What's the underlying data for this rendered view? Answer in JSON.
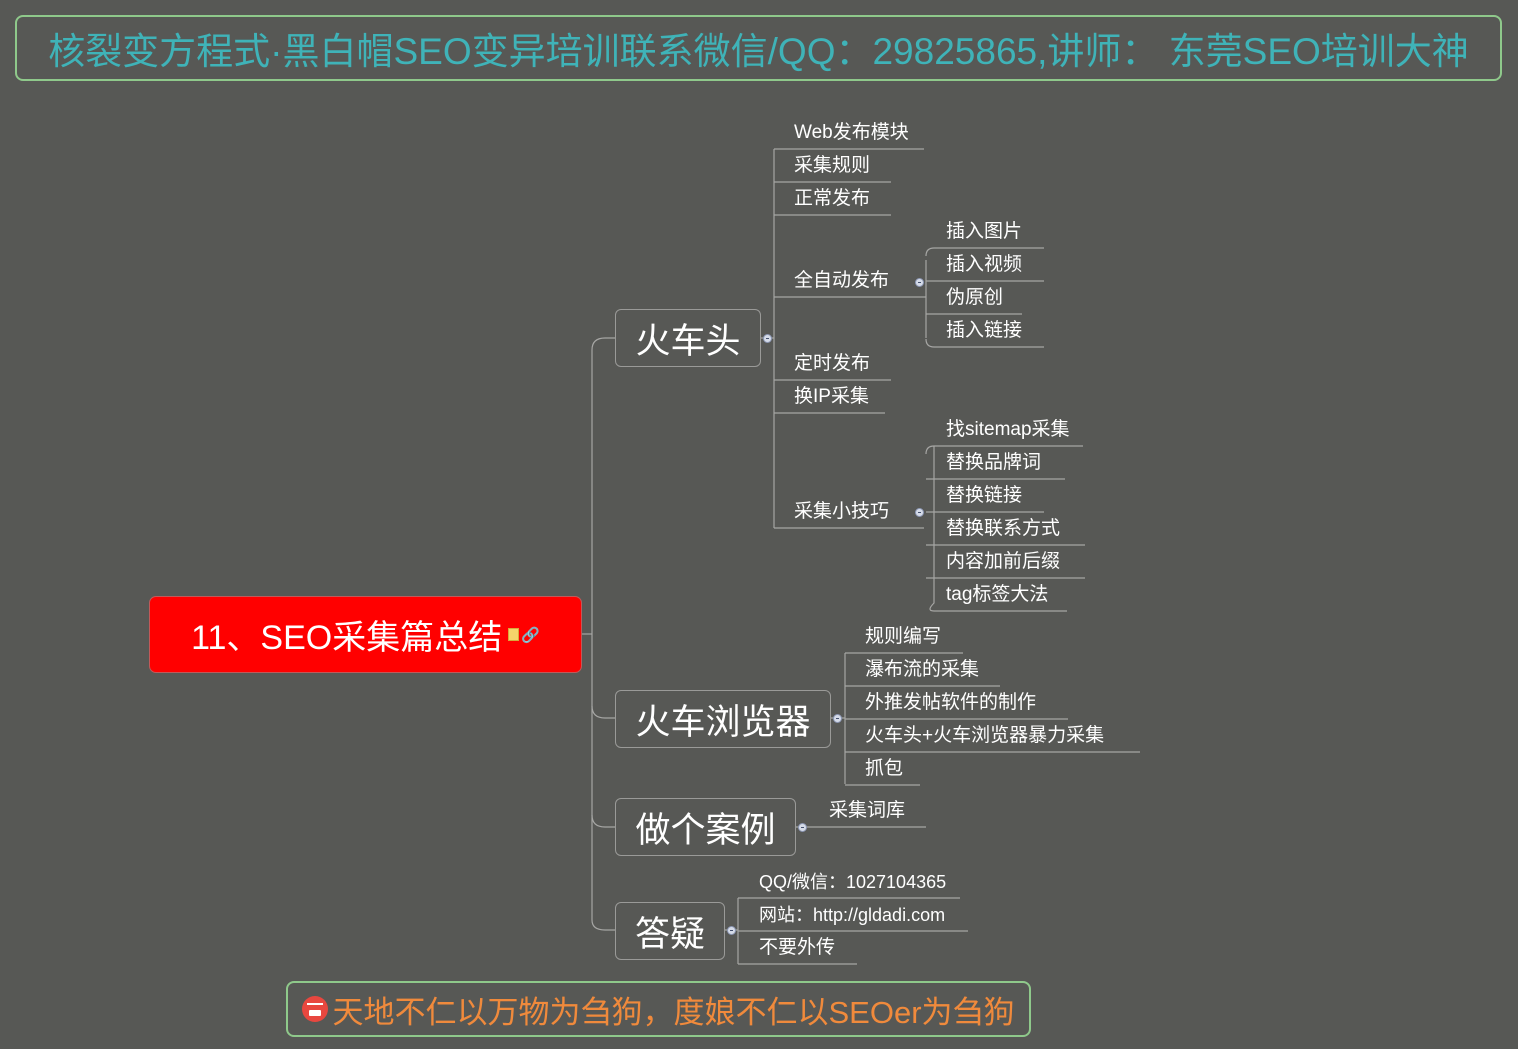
{
  "header_banner": {
    "text": "核裂变方程式·黑白帽SEO变异培训联系微信/QQ：29825865,讲师： 东莞SEO培训大神"
  },
  "footer_banner": {
    "icon": "angry-face-icon",
    "text": "天地不仁以万物为刍狗，度娘不仁以SEOer为刍狗"
  },
  "root": {
    "label": "11、SEO采集篇总结",
    "icons": [
      "note-icon",
      "link-icon"
    ]
  },
  "branches": [
    {
      "label": "火车头",
      "children": [
        {
          "label": "Web发布模块"
        },
        {
          "label": "采集规则"
        },
        {
          "label": "正常发布"
        },
        {
          "label": "全自动发布",
          "children": [
            {
              "label": "插入图片"
            },
            {
              "label": "插入视频"
            },
            {
              "label": "伪原创"
            },
            {
              "label": "插入链接"
            }
          ]
        },
        {
          "label": "定时发布"
        },
        {
          "label": "换IP采集"
        },
        {
          "label": "采集小技巧",
          "children": [
            {
              "label": "找sitemap采集"
            },
            {
              "label": "替换品牌词"
            },
            {
              "label": "替换链接"
            },
            {
              "label": "替换联系方式"
            },
            {
              "label": "内容加前后缀"
            },
            {
              "label": "tag标签大法"
            }
          ]
        }
      ]
    },
    {
      "label": "火车浏览器",
      "children": [
        {
          "label": "规则编写"
        },
        {
          "label": "瀑布流的采集"
        },
        {
          "label": "外推发帖软件的制作"
        },
        {
          "label": "火车头+火车浏览器暴力采集"
        },
        {
          "label": "抓包"
        }
      ]
    },
    {
      "label": "做个案例",
      "children": [
        {
          "label": "采集词库"
        }
      ]
    },
    {
      "label": "答疑",
      "children": [
        {
          "label": "QQ/微信：1027104365"
        },
        {
          "label": "网站：http://gldadi.com"
        },
        {
          "label": "不要外传"
        }
      ]
    }
  ],
  "colors": {
    "background": "#575855",
    "root_fill": "#ff0000",
    "header_text": "#3fb3b8",
    "footer_text": "#f08a3c",
    "banner_border": "#8fc98b",
    "line": "#a6a6a4"
  }
}
